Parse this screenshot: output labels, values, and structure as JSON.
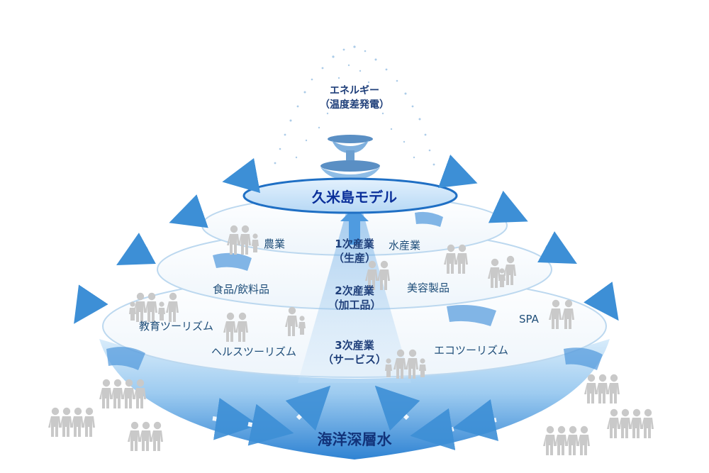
{
  "energy": {
    "line1": "エネルギー",
    "line2": "（温度差発電）"
  },
  "model": {
    "label": "久米島モデル"
  },
  "tiers": [
    {
      "title_line1": "1次産業",
      "title_line2": "（生産）",
      "left": [
        "農業"
      ],
      "right": [
        "水産業"
      ]
    },
    {
      "title_line1": "2次産業",
      "title_line2": "（加工品）",
      "left": [
        "食品/飲料品"
      ],
      "right": [
        "美容製品"
      ]
    },
    {
      "title_line1": "3次産業",
      "title_line2": "（サービス）",
      "left": [
        "教育ツーリズム",
        "ヘルスツーリズム"
      ],
      "right": [
        "SPA",
        "エコツーリズム"
      ]
    }
  ],
  "base": {
    "label": "海洋深層水"
  },
  "colors": {
    "accent": "#1f4e79",
    "water": "#3d8fd6",
    "highlight": "#0a2f9a",
    "people": "#c9c9c9"
  },
  "icons": [
    "fountain-icon",
    "spray-icon",
    "outward-arrow-icon",
    "people-group-icon",
    "waterfall-icon",
    "upward-current-arrow-icon"
  ]
}
